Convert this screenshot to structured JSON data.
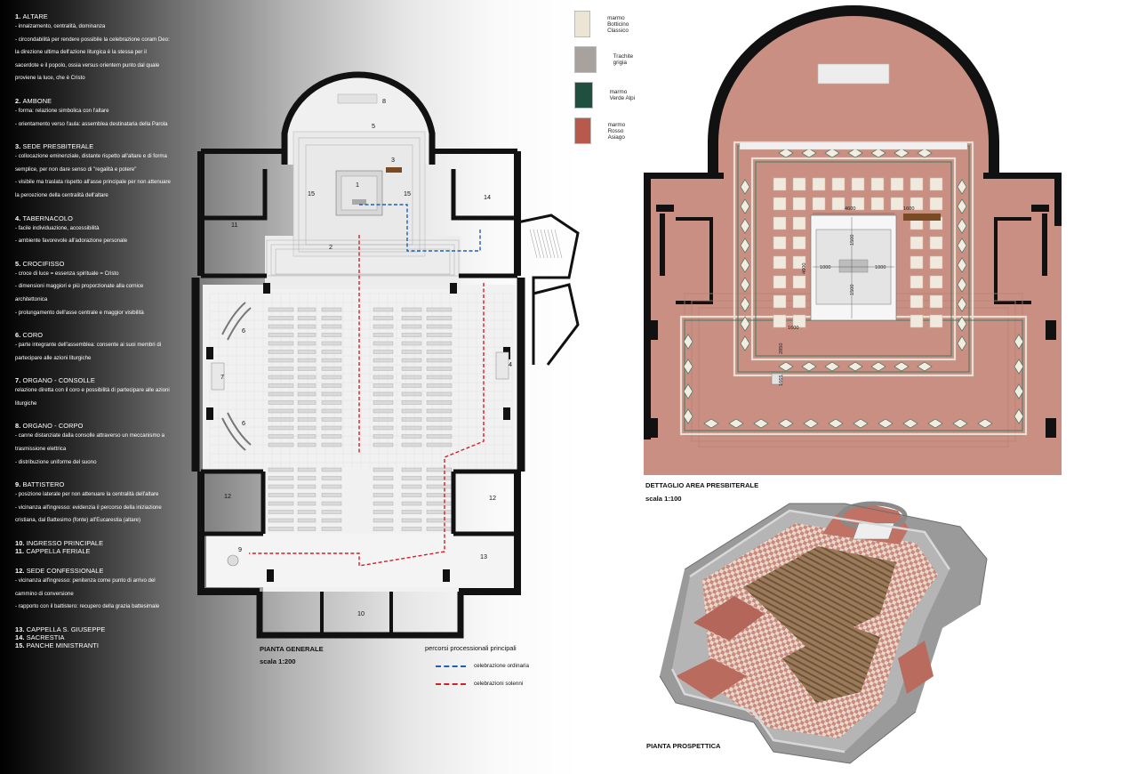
{
  "legend": [
    {
      "num": "1.",
      "title": "ALTARE",
      "lines": [
        "- innalzamento, centralità, dominanza",
        "- circondabilità per rendere possibile la celebrazione coram Deo:",
        "la direzione ultima dell'azione liturgica è la stessa per il",
        "sacerdote e il popolo, ossia versus orientem punto dal quale",
        "proviene la luce, che è Cristo"
      ]
    },
    {
      "num": "2.",
      "title": "AMBONE",
      "lines": [
        "- forma: relazione simbolica con l'altare",
        "- orientamento verso l'aula: assemblea destinataria della Parola"
      ]
    },
    {
      "num": "3.",
      "title": "SEDE PRESBITERALE",
      "lines": [
        "- collocazione eminenziale, distante rispetto all'altare e di forma",
        "semplice, per non dare senso di \"regalità e potere\"",
        "- visibile ma traslata rispetto all'asse principale per non attenuare",
        "la percezione della centralità dell'altare"
      ]
    },
    {
      "num": "4.",
      "title": "TABERNACOLO",
      "lines": [
        "- facile individuazione, accessibilità",
        "- ambiente favorevole all'adorazione personale"
      ]
    },
    {
      "num": "5.",
      "title": "CROCIFISSO",
      "lines": [
        "- croce di luce = essenza spirituale = Cristo",
        "- dimensioni maggiori e più proporzionate alla cornice",
        "  architettonica",
        "- prolungamento dell'asse centrale e maggior visibilità"
      ]
    },
    {
      "num": "6.",
      "title": "CORO",
      "lines": [
        "- parte integrante dell'assemblea: consente ai suoi membri di",
        "partecipare alle azioni liturgiche"
      ]
    },
    {
      "num": "7.",
      "title": "ORGANO - CONSOLLE",
      "lines": [
        "relazione diretta con il coro e possibilità di partecipare alle azioni",
        "liturgiche"
      ]
    },
    {
      "num": "8.",
      "title": "ORGANO - CORPO",
      "lines": [
        "- canne distanziate dalla consolle attraverso un meccanismo a",
        "trasmissione elettrica",
        "- distribuzione uniforme del suono"
      ]
    },
    {
      "num": "9.",
      "title": "BATTISTERO",
      "lines": [
        "-  posizione laterale per non attenuare la centralità dell'altare",
        "- vicinanza all'ingresso: evidenzia il percorso della iniziazione",
        "cristiana, dal Battesimo (fonte) all'Eucarestia (altare)"
      ]
    },
    {
      "num": "10.",
      "title": "INGRESSO PRINCIPALE",
      "lines": [],
      "tight": true
    },
    {
      "num": "11.",
      "title": "CAPPELLA FERIALE",
      "lines": []
    },
    {
      "num": "12.",
      "title": "SEDE CONFESSIONALE",
      "lines": [
        "- vicinanza all'ingresso: penitenza come punto di arrivo del",
        "cammino di conversione",
        "-  rapporto con il battistero: recupero della grazia battesimale"
      ]
    },
    {
      "num": "13.",
      "title": "CAPPELLA S. GIUSEPPE",
      "lines": [],
      "tight": true
    },
    {
      "num": "14.",
      "title": "SACRESTIA",
      "lines": [],
      "tight": true
    },
    {
      "num": "15.",
      "title": "PANCHE MINISTRANTI",
      "lines": []
    }
  ],
  "plan": {
    "title": "PIANTA GENERALE",
    "scale": "scala 1:200",
    "room_numbers": [
      "1",
      "2",
      "3",
      "4",
      "5",
      "6",
      "6",
      "7",
      "8",
      "9",
      "10",
      "11",
      "12",
      "12",
      "13",
      "14",
      "15",
      "15"
    ]
  },
  "routes": {
    "title": "percorsi processionali principali",
    "items": [
      {
        "label": "celebrazione ordinaria",
        "color": "#1f5fb4"
      },
      {
        "label": "celebrazioni solenni",
        "color": "#d0202a"
      }
    ]
  },
  "materials": [
    {
      "label": "marmo Botticino Classico",
      "color": "#ece4d4"
    },
    {
      "label": "Trachite grigia",
      "color": "#a7a29d"
    },
    {
      "label": "marmo Verde Alpi",
      "color": "#1f4f3e"
    },
    {
      "label": "marmo Rosso Asiago",
      "color": "#b75a4c"
    }
  ],
  "detail": {
    "title": "DETTAGLIO AREA PRESBITERALE",
    "scale": "scala 1:100",
    "dims": [
      "4600",
      "1600",
      "1500",
      "1000",
      "1000",
      "1500",
      "4600",
      "1600",
      "2850",
      "1665"
    ]
  },
  "perspective": {
    "title": "PIANTA PROSPETTICA"
  },
  "colors": {
    "wall": "#111111",
    "floor_red": "#c98f83",
    "route_blue": "#1f5fb4",
    "route_red": "#d0202a"
  }
}
